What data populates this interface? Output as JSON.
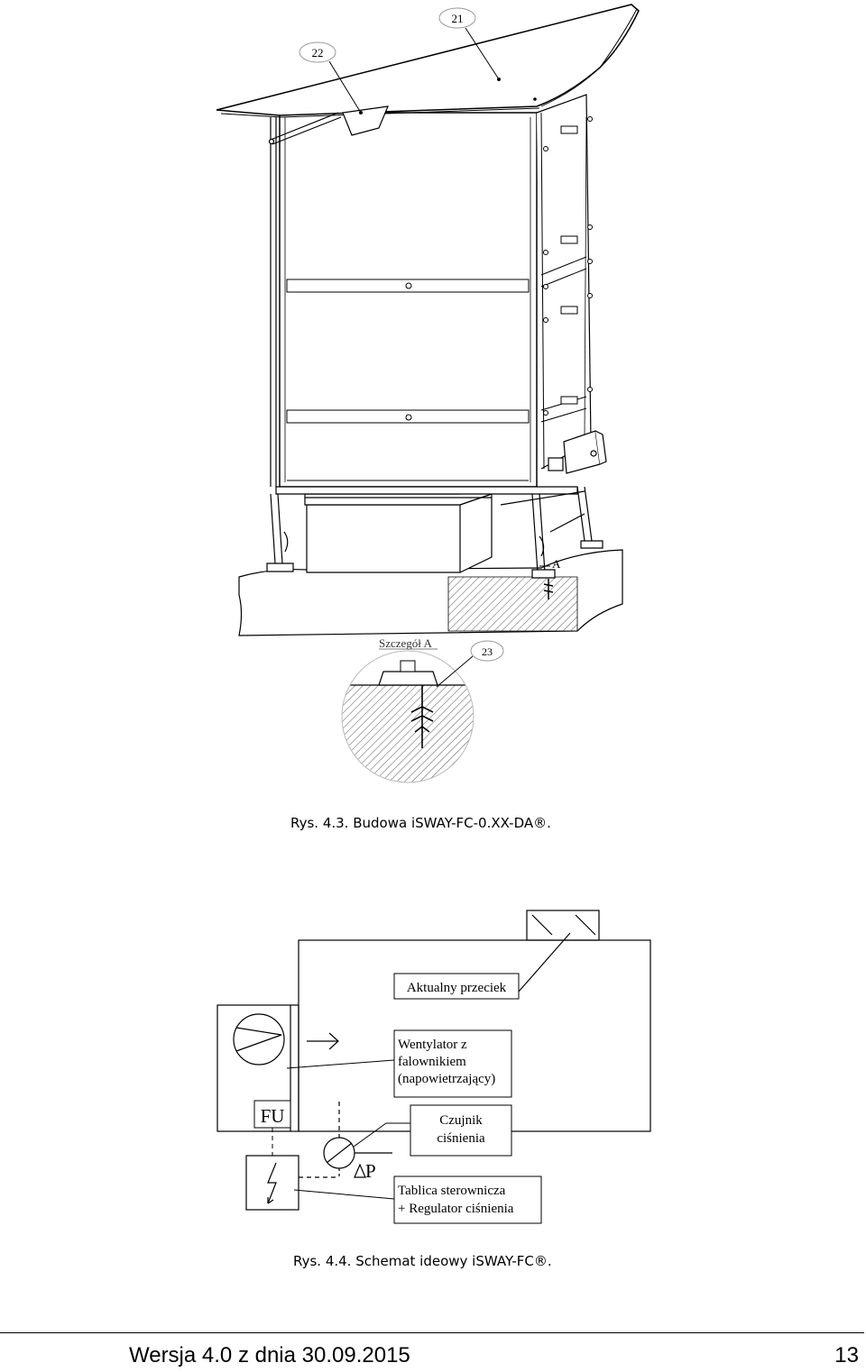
{
  "figure1": {
    "callouts": {
      "c21": "21",
      "c22": "22",
      "c23": "23"
    },
    "section_marker": "A",
    "detail_label": "Szczegół A",
    "caption": "Rys. 4.3. Budowa iSWAY-FC-0.XX-DA®."
  },
  "figure2": {
    "labels": {
      "leak": "Aktualny przeciek",
      "fan_line1": "Wentylator z",
      "fan_line2": "falownikiem",
      "fan_line3": "(napowietrzający)",
      "sensor_line1": "Czujnik",
      "sensor_line2": "ciśnienia",
      "panel_line1": "Tablica sterownicza",
      "panel_line2": "+ Regulator ciśnienia",
      "fu": "FU",
      "dp": "P"
    },
    "caption": "Rys. 4.4. Schemat ideowy iSWAY-FC®."
  },
  "footer": {
    "version": "Wersja 4.0 z dnia 30.09.2015",
    "page_number": "13"
  }
}
